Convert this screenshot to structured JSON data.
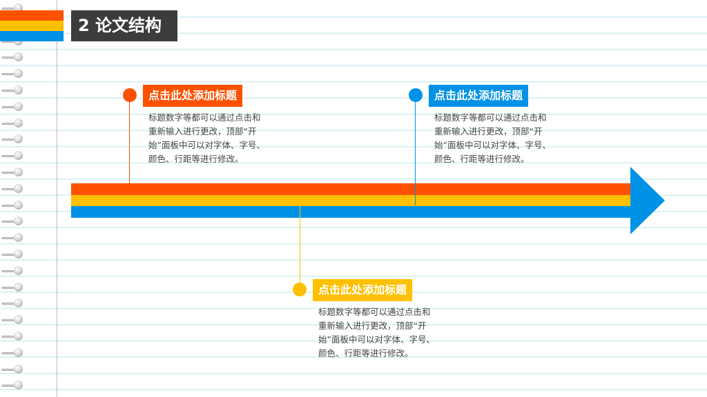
{
  "header": {
    "title": "2 论文结构",
    "stripe_colors": [
      "#ff5100",
      "#ffc000",
      "#0092e6"
    ]
  },
  "colors": {
    "orange": "#ff5100",
    "yellow": "#ffc000",
    "blue": "#0092e6"
  },
  "timeline": {
    "items": [
      {
        "title": "点击此处添加标题",
        "color": "#ff5100",
        "lines": [
          "标题数字等都可以通过点击和",
          "重新输入进行更改，顶部“开",
          "始”面板中可以对字体、字号、",
          "颜色、行距等进行修改。"
        ]
      },
      {
        "title": "点击此处添加标题",
        "color": "#0092e6",
        "lines": [
          "标题数字等都可以通过点击和",
          "重新输入进行更改，顶部“开",
          "始”面板中可以对字体、字号、",
          "颜色、行距等进行修改。"
        ]
      },
      {
        "title": "点击此处添加标题",
        "color": "#ffc000",
        "lines": [
          "标题数字等都可以通过点击和",
          "重新输入进行更改，顶部“开",
          "始”面板中可以对字体、字号、",
          "颜色、行距等进行修改。"
        ]
      }
    ]
  }
}
